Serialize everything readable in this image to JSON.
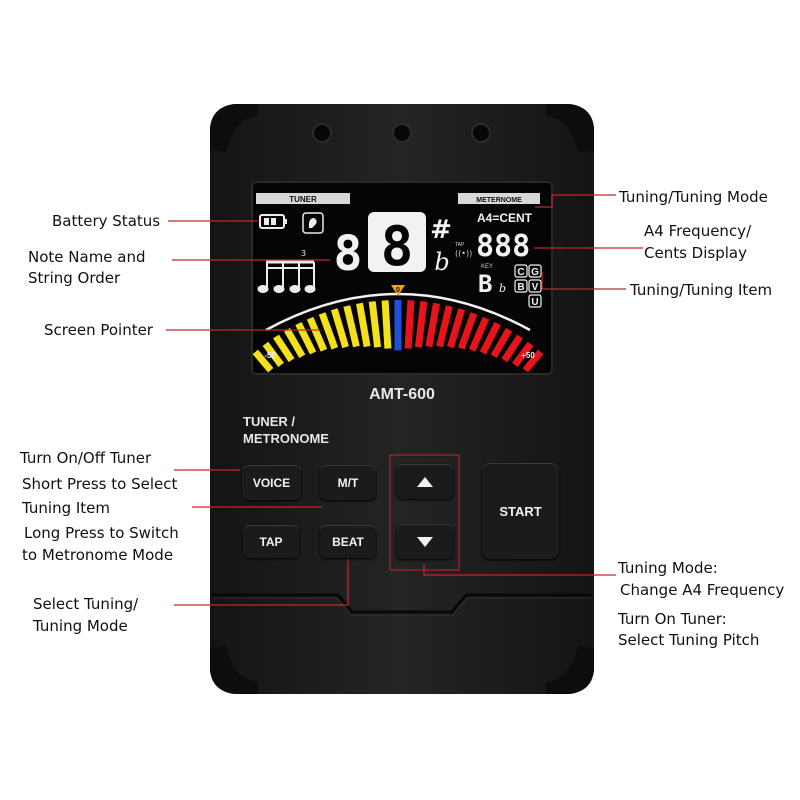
{
  "device": {
    "model": "AMT-600",
    "panel_label_line1": "TUNER /",
    "panel_label_line2": "METRONOME"
  },
  "screen": {
    "tuner_tab": "TUNER",
    "metronome_tab": "METERNOME",
    "note_digit": "8",
    "sharp": "#",
    "flat": "b",
    "a4_label": "A4=CENT",
    "freq_digits": "888",
    "tap_label": "TAP",
    "key_label": "KEY",
    "key_digit": "B",
    "key_flat": "b",
    "triplet_mark": "3",
    "scale_min": "-50",
    "scale_zero": "0",
    "scale_max": "+50",
    "item_letters": [
      "C",
      "G",
      "B",
      "V",
      "U"
    ]
  },
  "buttons": {
    "voice": "VOICE",
    "mt": "M/T",
    "tap": "TAP",
    "beat": "BEAT",
    "start": "START"
  },
  "annotations": {
    "battery_status": "Battery Status",
    "note_name_1": "Note Name and",
    "note_name_2": "String Order",
    "screen_pointer": "Screen Pointer",
    "tuner_1": "Turn On/Off Tuner",
    "tuner_2": "Short Press to Select",
    "tuner_3": "Tuning Item",
    "tuner_4": "Long Press to Switch",
    "tuner_5": "to Metronome Mode",
    "select_1": "Select Tuning/",
    "select_2": "Tuning Mode",
    "tuning_mode": "Tuning/Tuning Mode",
    "a4_1": "A4 Frequency/",
    "a4_2": "Cents Display",
    "tuning_item": "Tuning/Tuning Item",
    "mode_1": "Tuning Mode:",
    "mode_2": "Change A4 Frequency",
    "mode_3": "Turn On Tuner:",
    "mode_4": "Select Tuning Pitch"
  },
  "colors": {
    "body": "#1a1a1a",
    "screen_bg": "#050505",
    "leader_line": "#c0272d",
    "meter_yellow": "#f4e01c",
    "meter_red": "#e8141c",
    "meter_blue": "#1f4fd8",
    "meter_center_arrow": "#f0a020"
  }
}
